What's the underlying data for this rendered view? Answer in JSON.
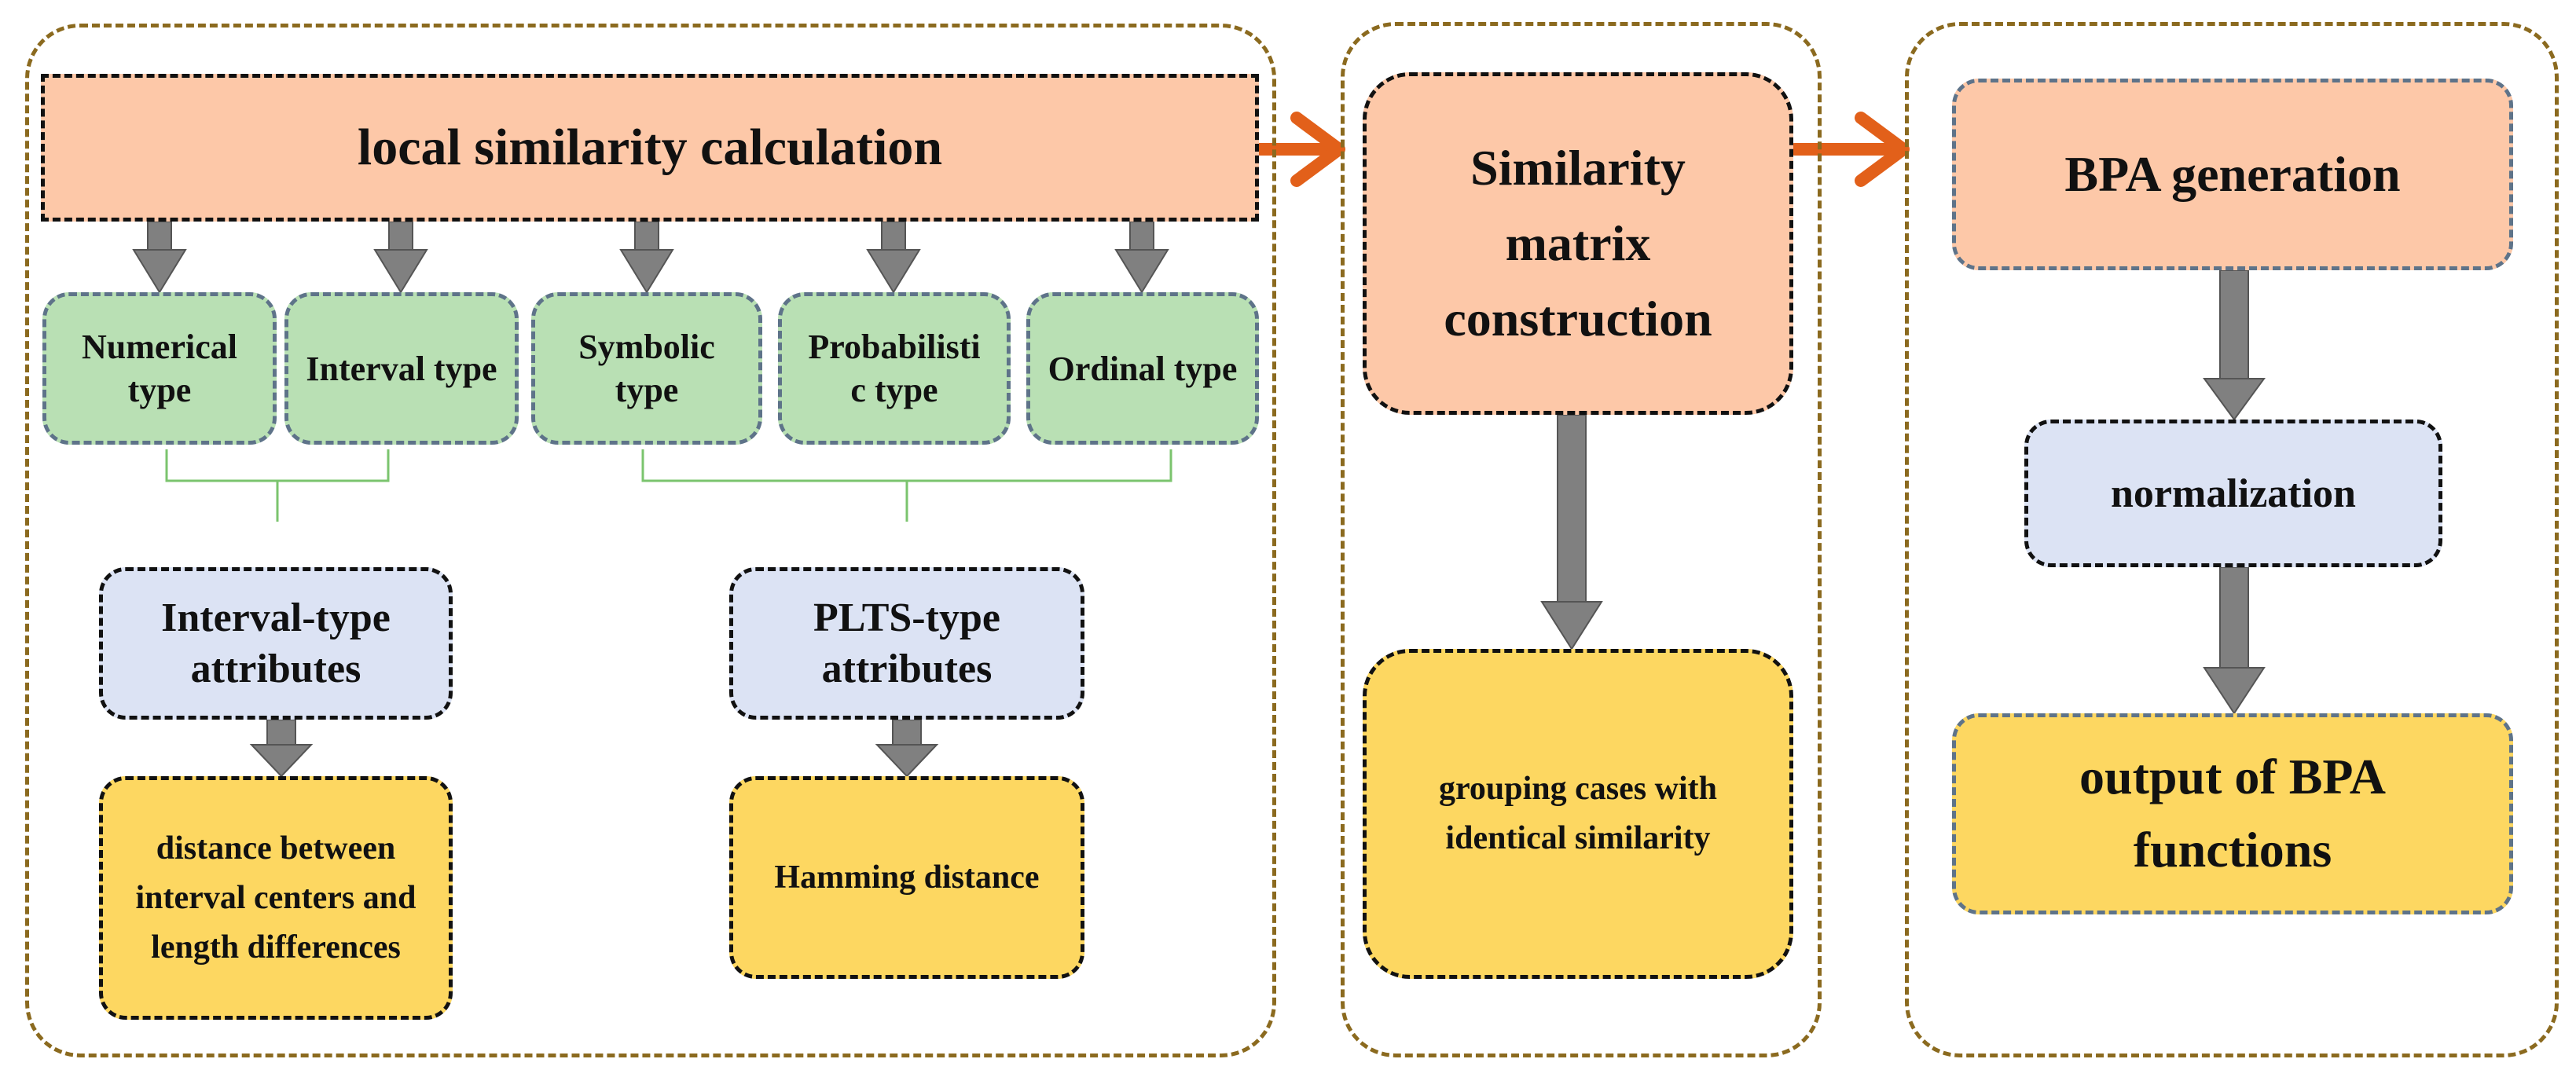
{
  "panels": {
    "local": {
      "title": "local similarity calculation",
      "types": [
        "Numerical type",
        "Interval type",
        "Symbolic type",
        "Probabilistic type",
        "Ordinal type"
      ],
      "interval_group": {
        "attributes": "Interval-type attributes",
        "measure": "distance between interval centers and length differences"
      },
      "plts_group": {
        "attributes": "PLTS-type attributes",
        "measure": "Hamming distance"
      }
    },
    "matrix": {
      "title": "Similarity matrix construction",
      "grouping": "grouping cases with identical similarity"
    },
    "bpa": {
      "title": "BPA generation",
      "normalization": "normalization",
      "output": "output of BPA functions"
    }
  },
  "colors": {
    "panel_border": "#8B6A1F",
    "salmon": "#FDC8A8",
    "green": "#B9E0B4",
    "blue": "#DCE3F4",
    "yellow": "#FDD761",
    "gray_arrow": "#808080",
    "orange_arrow": "#E2601A",
    "bracket": "#7BC46E"
  }
}
